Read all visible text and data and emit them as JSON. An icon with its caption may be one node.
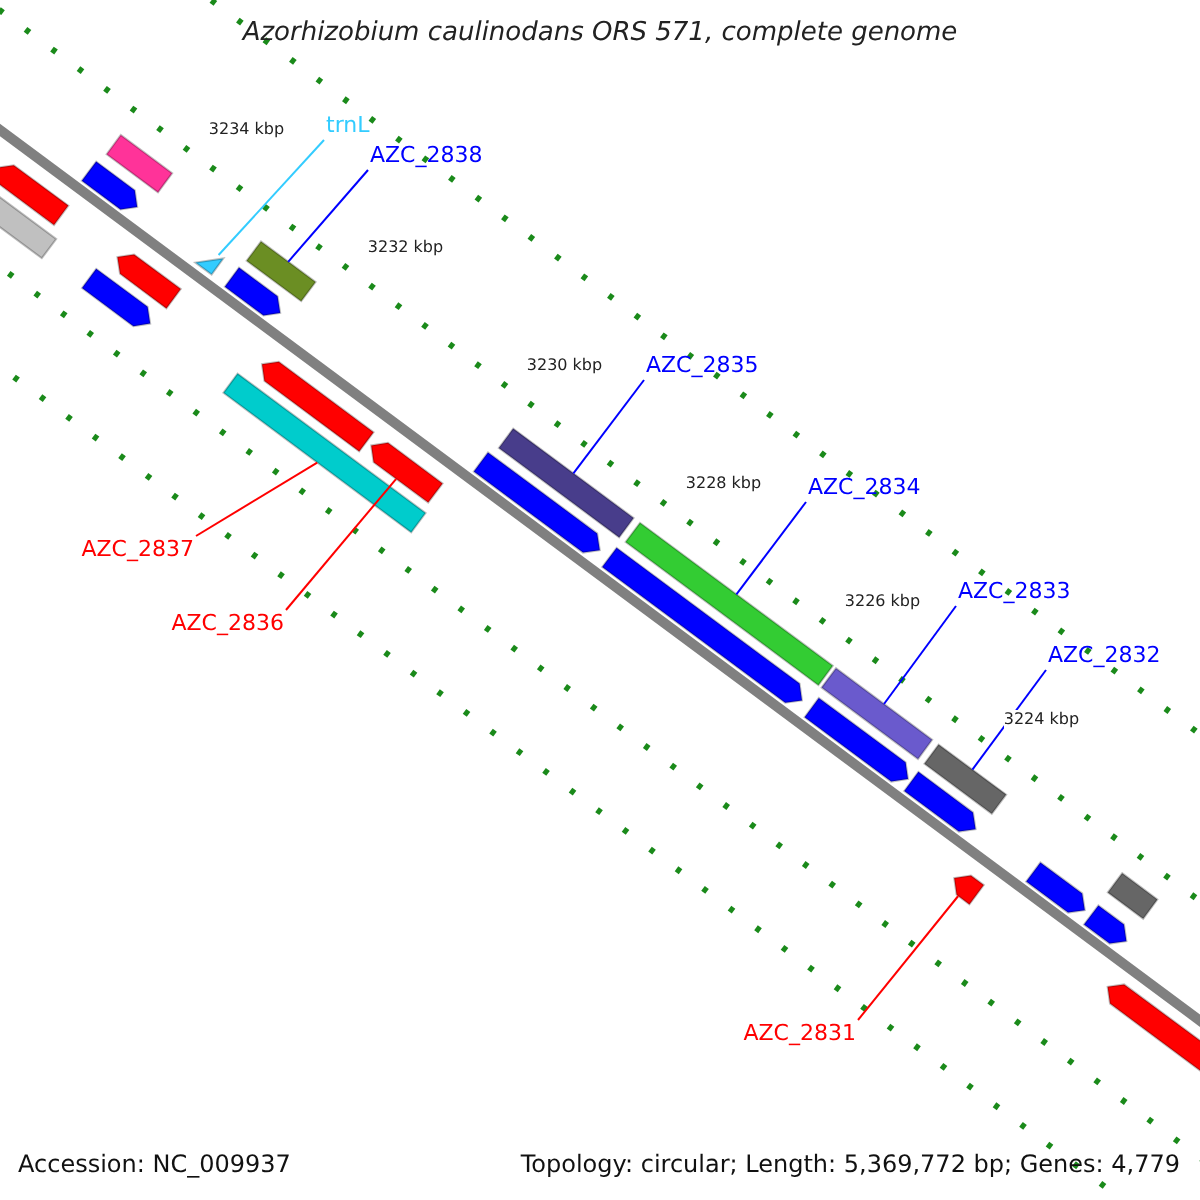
{
  "diagram": {
    "title": "Azorhizobium caulinodans ORS 571, complete genome",
    "nodes": [
      {
        "text": [
          "trnL"
        ]
      },
      {
        "text": [
          "AZC_2838"
        ]
      },
      {
        "text": [
          "AZC_2835"
        ]
      },
      {
        "text": [
          "AZC_2834"
        ]
      },
      {
        "text": [
          "AZC_2833"
        ]
      },
      {
        "text": [
          "AZC_2832"
        ]
      },
      {
        "text": [
          "AZC_2837"
        ]
      },
      {
        "text": [
          "AZC_2836"
        ]
      },
      {
        "text": [
          "AZC_2831"
        ]
      },
      {
        "text": [],
        "shape": "bar"
      },
      {
        "text": [],
        "shape": "pentagon"
      },
      {
        "text": [],
        "shape": "pentagon"
      },
      {
        "text": [],
        "shape": "bar"
      },
      {
        "text": [],
        "shape": "pentagon"
      },
      {
        "text": [],
        "shape": "pentagon"
      },
      {
        "text": [],
        "shape": "triangle"
      },
      {
        "text": [],
        "shape": "bar"
      },
      {
        "text": [],
        "shape": "pentagon"
      },
      {
        "text": [],
        "shape": "pentagon"
      },
      {
        "text": [],
        "shape": "bar"
      },
      {
        "text": [],
        "shape": "pentagon"
      },
      {
        "text": [],
        "shape": "bar"
      },
      {
        "text": [],
        "shape": "pentagon"
      },
      {
        "text": [],
        "shape": "bar"
      },
      {
        "text": [],
        "shape": "pentagon"
      },
      {
        "text": [],
        "shape": "bar"
      },
      {
        "text": [],
        "shape": "pentagon"
      },
      {
        "text": [],
        "shape": "bar"
      },
      {
        "text": [],
        "shape": "pentagon"
      },
      {
        "text": [],
        "shape": "pentagon"
      },
      {
        "text": [],
        "shape": "pentagon"
      },
      {
        "text": [],
        "shape": "bar"
      },
      {
        "text": [],
        "shape": "pentagon"
      },
      {
        "text": [],
        "shape": "pentagon"
      }
    ],
    "edges": [
      {
        "from": 0,
        "to": 15,
        "arrow": "none",
        "color": "#33ccff"
      },
      {
        "from": 1,
        "to": 16,
        "arrow": "none"
      },
      {
        "from": 2,
        "to": 21,
        "arrow": "none"
      },
      {
        "from": 3,
        "to": 23,
        "arrow": "none"
      },
      {
        "from": 4,
        "to": 25,
        "arrow": "none"
      },
      {
        "from": 5,
        "to": 27,
        "arrow": "none"
      },
      {
        "from": 6,
        "to": 19,
        "arrow": "none",
        "color": "#ff0000"
      },
      {
        "from": 7,
        "to": 20,
        "arrow": "none",
        "color": "#ff0000"
      },
      {
        "from": 8,
        "to": 29,
        "arrow": "none",
        "color": "#ff0000"
      }
    ],
    "labels": [
      "3234 kbp",
      "3232 kbp",
      "3230 kbp",
      "3228 kbp",
      "3226 kbp",
      "3224 kbp",
      "Accession: NC_009937",
      "Topology: circular; Length: 5,369,772 bp; Genes: 4,779"
    ]
  }
}
